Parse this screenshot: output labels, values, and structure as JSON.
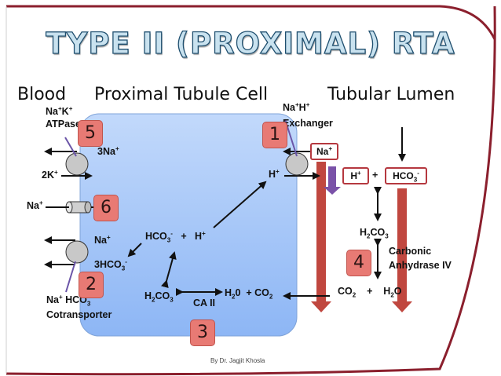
{
  "title": "TYPE II (PROXIMAL) RTA",
  "headers": {
    "blood": "Blood",
    "cell": "Proximal Tubule Cell",
    "lumen": "Tubular Lumen"
  },
  "transporters": {
    "atpase_name": "ATPase",
    "exchanger_name": "Exchanger",
    "cotransporter_name": "Cotransporter"
  },
  "badges": [
    "1",
    "2",
    "3",
    "4",
    "5",
    "6"
  ],
  "enzymes": {
    "ca_ii": "CA II",
    "carbonic": "Carbonic",
    "anhydrase": "Anhydrase IV"
  },
  "credit": "By Dr. Jagjit Khosla",
  "colors": {
    "cell_fill": "#9ec2f7",
    "badge": "#e87a74",
    "arrow_red": "#c0473f",
    "purple": "#7a52a8",
    "frame": "#8b1f2d"
  }
}
